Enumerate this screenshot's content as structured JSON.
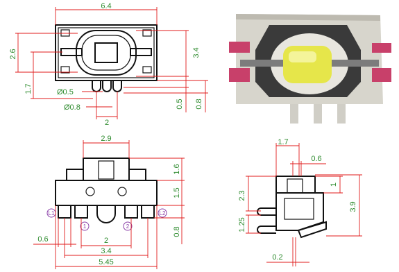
{
  "top_view": {
    "width_label": "6.4",
    "height_left_label": "2.6",
    "height_right_label": "3.4",
    "pin_offset_label": "1.7",
    "hole_small_label": "Ø0.5",
    "hole_large_label": "Ø0.8",
    "pin_pitch_label": "2",
    "lower_a_label": "0.5",
    "lower_b_label": "0.8"
  },
  "front_view": {
    "top_width_label": "2.9",
    "height_top_label": "1.6",
    "height_mid_label": "1.5",
    "height_low_label": "0.8",
    "pad_width_label": "0.6",
    "inner_pitch_label": "2",
    "mid_pitch_label": "3.4",
    "overall_width_label": "5.45",
    "pin_markers": [
      "L1",
      "1",
      "2",
      "L2"
    ]
  },
  "side_view": {
    "top_width_label": "1.7",
    "gap_label": "0.6",
    "height_a_label": "2.3",
    "right_small_label": "1",
    "overall_height_label": "3.9",
    "lower_label": "1.25",
    "bottom_label": "0.2"
  },
  "photo": {
    "body_color": "#d9d7cf",
    "led_color": "#e6e64a",
    "contact_color": "#c8406a",
    "frame_color": "#3a3a3a"
  }
}
